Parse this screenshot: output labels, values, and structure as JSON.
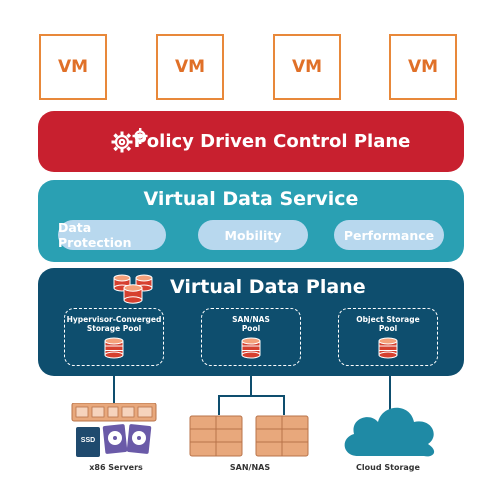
{
  "vms": [
    "VM",
    "VM",
    "VM",
    "VM"
  ],
  "control_plane": {
    "title": "Policy Driven Control Plane",
    "icon": "gears-icon"
  },
  "data_service": {
    "title": "Virtual Data Service",
    "items": [
      "Data Protection",
      "Mobility",
      "Performance"
    ]
  },
  "data_plane": {
    "title": "Virtual Data Plane",
    "icon": "database-stack-icon",
    "pools": [
      {
        "label_line1": "Hypervisor-Converged",
        "label_line2": "Storage Pool"
      },
      {
        "label_line1": "SAN/NAS",
        "label_line2": "Pool"
      },
      {
        "label_line1": "Object Storage",
        "label_line2": "Pool"
      }
    ]
  },
  "hardware": {
    "x86": {
      "label": "x86 Servers",
      "ssd_label": "SSD"
    },
    "san": {
      "label": "SAN/NAS"
    },
    "cloud": {
      "label": "Cloud Storage"
    }
  },
  "colors": {
    "vm_orange": "#e07028",
    "control_red": "#c8202f",
    "service_teal": "#2aa0b3",
    "pill_blue": "#b8d8ee",
    "plane_navy": "#0e4e6e",
    "hardware_tan": "#e8a87c",
    "cloud_teal": "#1f8aa5"
  }
}
